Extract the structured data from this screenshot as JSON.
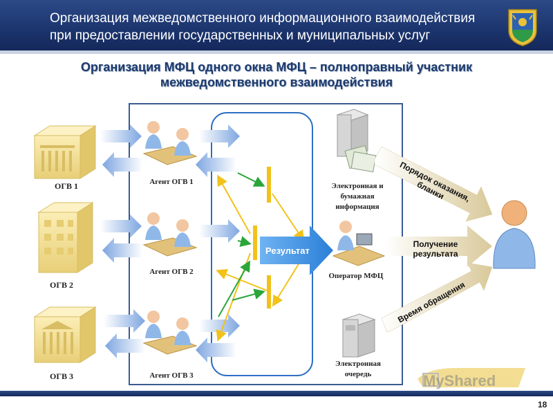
{
  "header": {
    "title_line1": "Организация межведомственного информационного взаимодействия",
    "title_line2": "при предоставлении государственных и муниципальных услуг"
  },
  "subtitle": {
    "line1": "Организация МФЦ одного окна МФЦ – полноправный участник",
    "line2": "межведомственного взаимодействия"
  },
  "ogv": [
    "ОГВ 1",
    "ОГВ 2",
    "ОГВ 3"
  ],
  "agents": [
    "Агент ОГВ 1",
    "Агент ОГВ 2",
    "Агент ОГВ 3"
  ],
  "result_label": "Результат",
  "info": {
    "electronic_paper_line1": "Электронная и",
    "electronic_paper_line2": "бумажная",
    "electronic_paper_line3": "информация",
    "operator": "Оператор МФЦ",
    "queue_line1": "Электронная",
    "queue_line2": "очередь"
  },
  "client_arrows": {
    "order_line1": "Порядок оказания,",
    "order_line2": "бланки",
    "obtain_line1": "Получение",
    "obtain_line2": "результата",
    "time": "Время обращения"
  },
  "watermark": "MyShared",
  "page_number": "18",
  "colors": {
    "header_bg": "#1d3670",
    "building": "#f2dc8c",
    "light_arrow": "#bfd2ee",
    "result_arrow": "#3a8fe0",
    "yellow": "#f2c21a",
    "green": "#2aa63a",
    "accent_blue": "#1c3a6e"
  }
}
